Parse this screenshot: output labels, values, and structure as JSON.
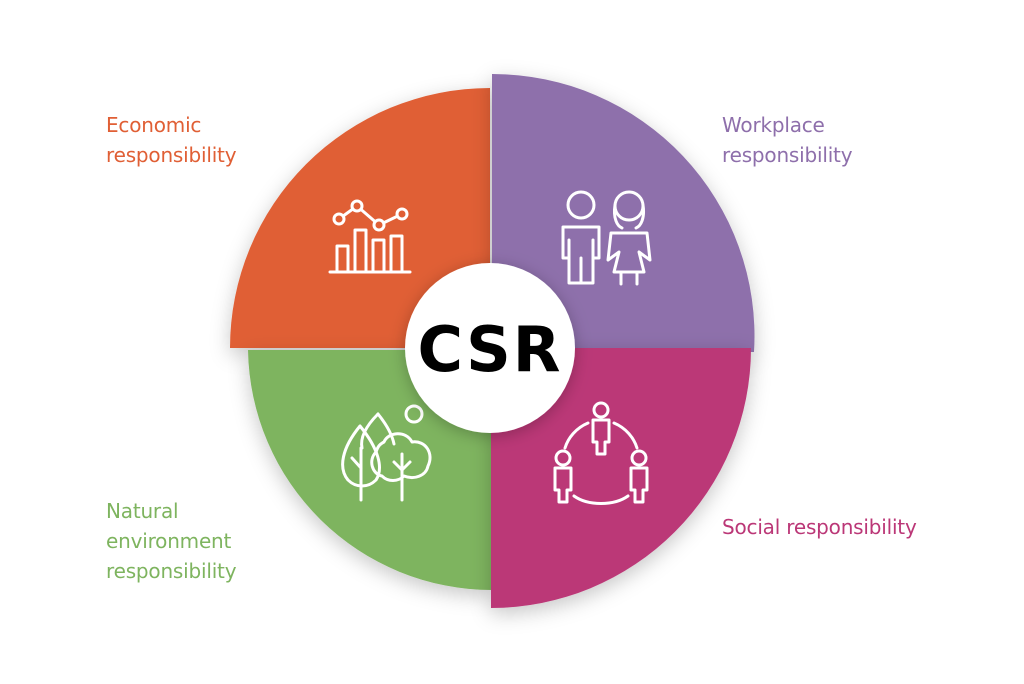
{
  "center": {
    "title": "CSR",
    "color": "#000000"
  },
  "quadrants": {
    "economic": {
      "lines": [
        "Economic",
        "responsibility"
      ],
      "color": "#e05f35",
      "icon": "bar-line-chart-icon"
    },
    "workplace": {
      "lines": [
        "Workplace",
        "responsibility"
      ],
      "color": "#8e6fab",
      "icon": "man-woman-people-icon"
    },
    "social": {
      "lines": [
        "Social responsibility"
      ],
      "color": "#bb3777",
      "icon": "connected-people-cycle-icon"
    },
    "natural": {
      "lines": [
        "Natural",
        "environment",
        "responsibility"
      ],
      "color": "#7eb45f",
      "icon": "trees-sun-icon"
    }
  }
}
